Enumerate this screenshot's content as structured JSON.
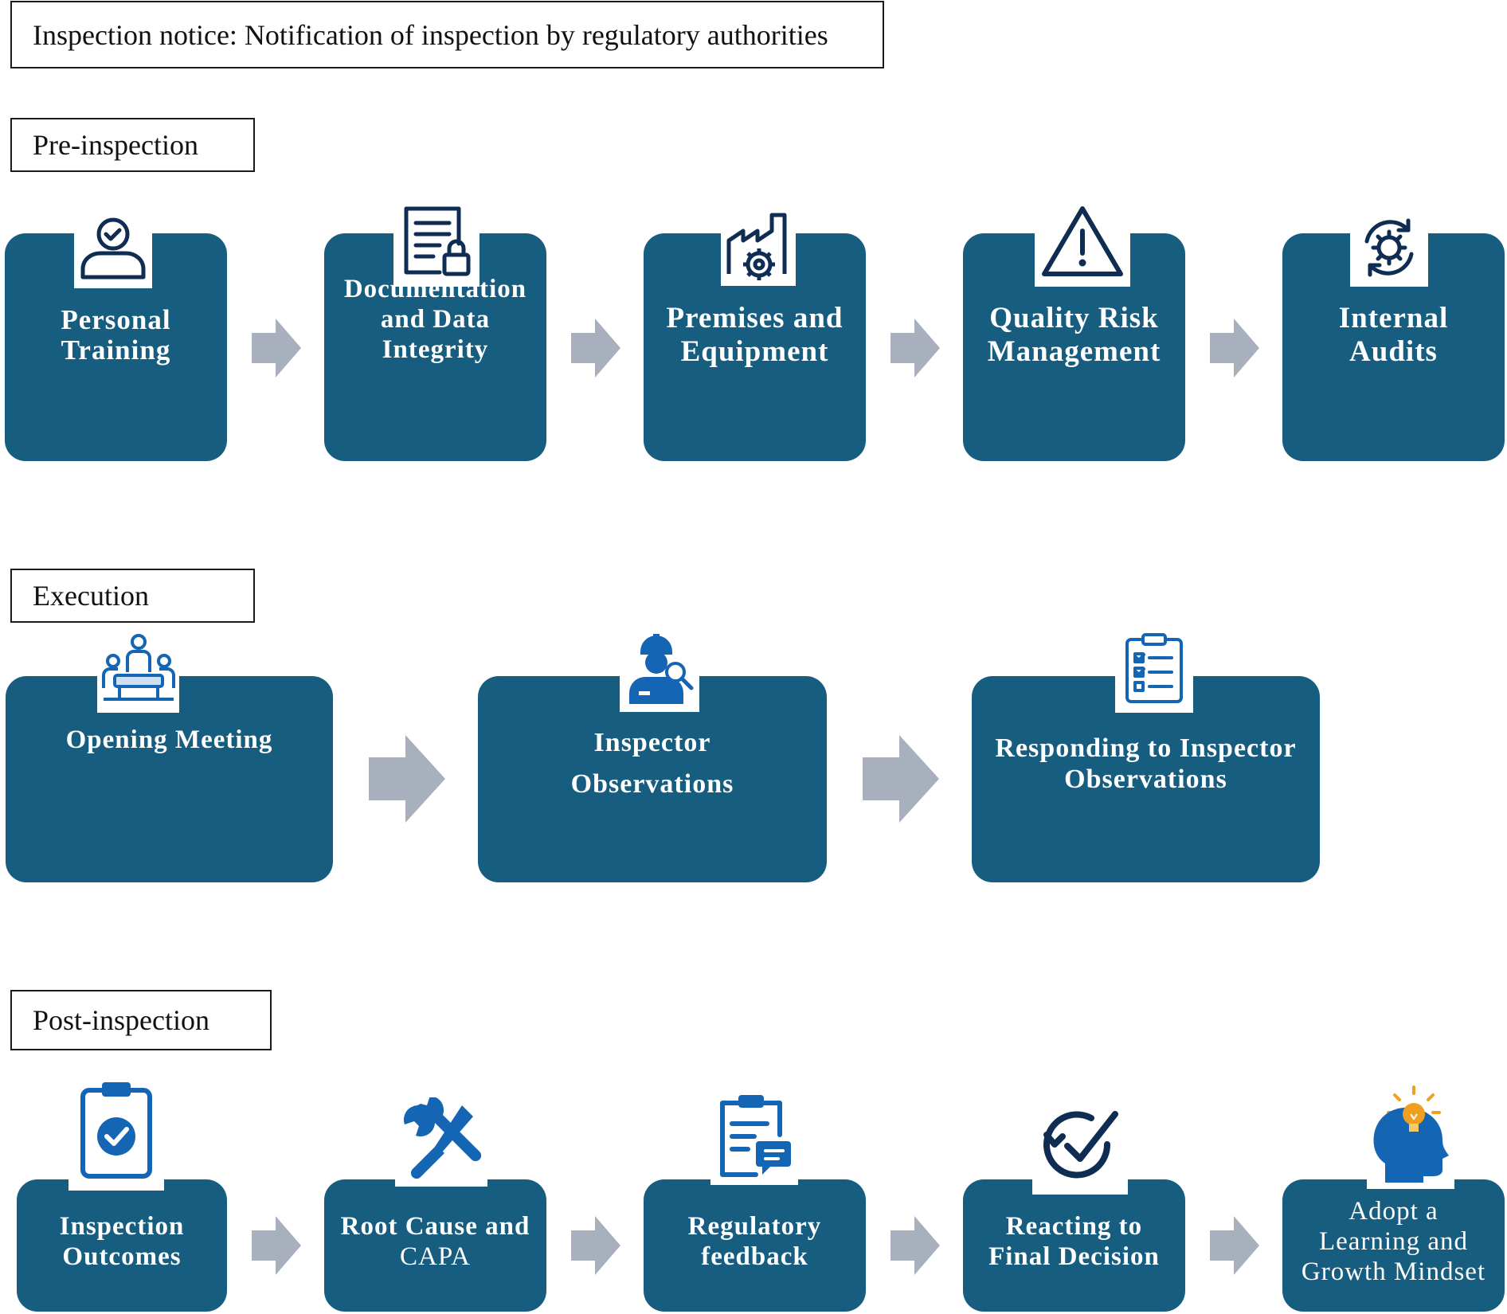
{
  "notice": {
    "text": "Inspection notice: Notification of inspection by regulatory authorities"
  },
  "sections": {
    "pre": {
      "label": "Pre-inspection",
      "steps": [
        {
          "label": "Personal\nTraining",
          "icon": "person-check-icon"
        },
        {
          "label": "Documentation\nand Data\nIntegrity",
          "icon": "document-lock-icon"
        },
        {
          "label": "Premises and\nEquipment",
          "icon": "factory-gear-icon"
        },
        {
          "label": "Quality Risk\nManagement",
          "icon": "warning-triangle-icon"
        },
        {
          "label": "Internal\nAudits",
          "icon": "cycle-gear-icon"
        }
      ]
    },
    "exec": {
      "label": "Execution",
      "steps": [
        {
          "label": "Opening Meeting",
          "icon": "meeting-table-icon"
        },
        {
          "label": "Inspector\nObservations",
          "icon": "inspector-magnifier-icon"
        },
        {
          "label": "Responding to Inspector\nObservations",
          "icon": "checklist-clipboard-icon"
        }
      ]
    },
    "post": {
      "label": "Post-inspection",
      "steps": [
        {
          "label": "Inspection\nOutcomes",
          "icon": "clipboard-check-icon"
        },
        {
          "label": "Root Cause and",
          "label2": "CAPA",
          "icon": "wrench-screwdriver-icon"
        },
        {
          "label": "Regulatory\nfeedback",
          "icon": "clipboard-chat-icon"
        },
        {
          "label": "Reacting to\nFinal Decision",
          "icon": "circle-checkmark-icon"
        },
        {
          "label": "Adopt a\nLearning and\nGrowth Mindset",
          "icon": "head-lightbulb-icon"
        }
      ]
    }
  },
  "colors": {
    "card": "#175d80",
    "arrow": "#a7b0bc",
    "icon": "#0f2d52",
    "icon_blue": "#1565b5",
    "bulb": "#f0a020"
  }
}
